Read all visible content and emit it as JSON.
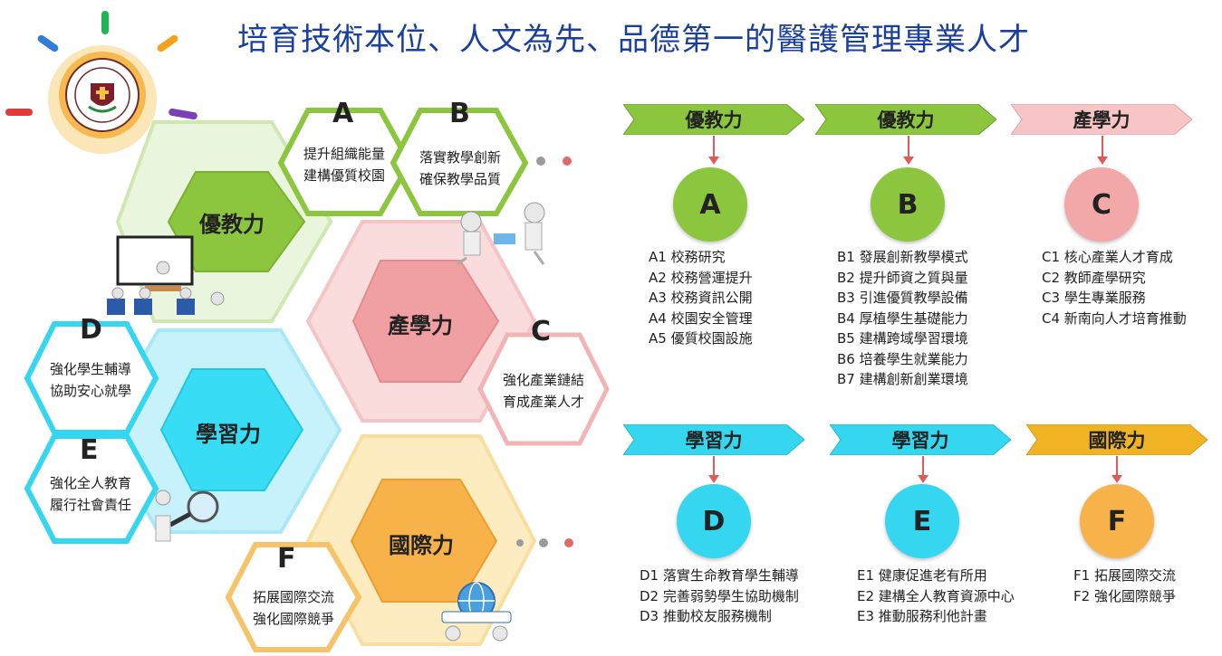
{
  "title": "培育技術本位、人文為先、品德第一的醫護管理專業人才",
  "colors": {
    "green": "#8cc63f",
    "green_light": "#e4f2d0",
    "pink": "#f0a8aa",
    "pink_light": "#fadede",
    "cyan": "#34d6f0",
    "cyan_light": "#c9f2fb",
    "orange": "#f7b24a",
    "orange_light": "#fde8b4",
    "gold": "#f0b323",
    "arrow": "#e05a5a",
    "title": "#1a3f9c"
  },
  "hexagons": {
    "green_label": "優教力",
    "pink_label": "產學力",
    "cyan_label": "學習力",
    "orange_label": "國際力"
  },
  "strategies": {
    "A": {
      "letter": "A",
      "lines": [
        "提升組織能量",
        "建構優質校園"
      ]
    },
    "B": {
      "letter": "B",
      "lines": [
        "落實教學創新",
        "確保教學品質"
      ]
    },
    "C": {
      "letter": "C",
      "lines": [
        "強化產業鏈結",
        "育成產業人才"
      ]
    },
    "D": {
      "letter": "D",
      "lines": [
        "強化學生輔導",
        "協助安心就學"
      ]
    },
    "E": {
      "letter": "E",
      "lines": [
        "強化全人教育",
        "履行社會責任"
      ]
    },
    "F": {
      "letter": "F",
      "lines": [
        "拓展國際交流",
        "強化國際競爭"
      ]
    }
  },
  "columns": [
    {
      "banner": "優教力",
      "letter": "A",
      "items": [
        "A1 校務研究",
        "A2 校務營運提升",
        "A3 校務資訊公開",
        "A4 校園安全管理",
        "A5 優質校園設施"
      ]
    },
    {
      "banner": "優教力",
      "letter": "B",
      "items": [
        "B1 發展創新教學模式",
        "B2 提升師資之質與量",
        "B3 引進優質教學設備",
        "B4 厚植學生基礎能力",
        "B5 建構跨域學習環境",
        "B6 培養學生就業能力",
        "B7 建構創新創業環境"
      ]
    },
    {
      "banner": "產學力",
      "letter": "C",
      "items": [
        "C1 核心產業人才育成",
        "C2 教師產學研究",
        "C3 學生專業服務",
        "C4 新南向人才培育推動"
      ]
    },
    {
      "banner": "學習力",
      "letter": "D",
      "items": [
        "D1 落實生命教育學生輔導",
        "D2 完善弱勢學生協助機制",
        "D3 推動校友服務機制"
      ]
    },
    {
      "banner": "學習力",
      "letter": "E",
      "items": [
        "E1 健康促進老有所用",
        "E2 建構全人教育資源中心",
        "E3 推動服務利他計畫"
      ]
    },
    {
      "banner": "國際力",
      "letter": "F",
      "items": [
        "F1 拓展國際交流",
        "F2 強化國際競爭"
      ]
    }
  ],
  "icons": {
    "bulb": "lightbulb-logo-icon",
    "classroom": "classroom-figures-icon",
    "handshake": "handshake-figures-icon",
    "magnifier": "magnifier-figure-icon",
    "globe": "globe-figure-icon"
  }
}
